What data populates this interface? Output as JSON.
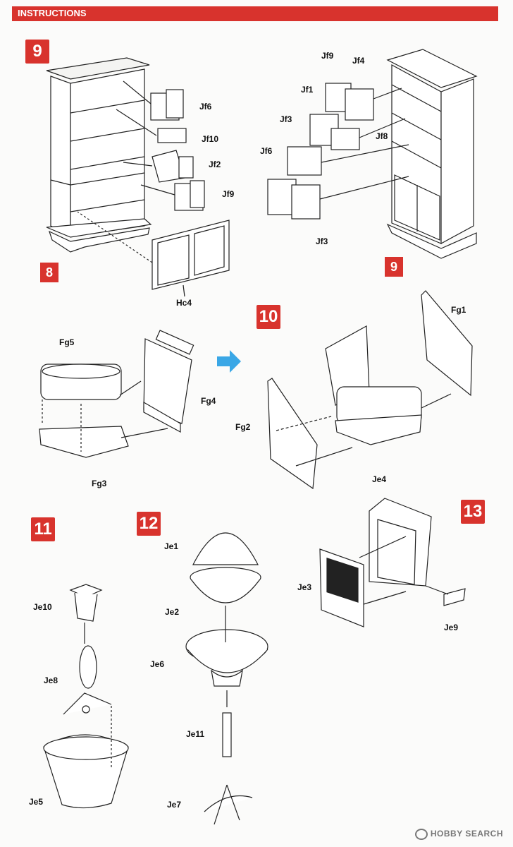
{
  "header": {
    "title": "INSTRUCTIONS"
  },
  "steps": {
    "s9": "9",
    "s10": "10",
    "s11": "11",
    "s12": "12",
    "s13": "13"
  },
  "tags": {
    "t8": "8",
    "t9": "9"
  },
  "labels": {
    "jf6_a": "Jf6",
    "jf10": "Jf10",
    "jf2": "Jf2",
    "jf9_a": "Jf9",
    "hc4": "Hc4",
    "jf9_b": "Jf9",
    "jf4": "Jf4",
    "jf1": "Jf1",
    "jf3_a": "Jf3",
    "jf8": "Jf8",
    "jf6_b": "Jf6",
    "jf3_b": "Jf3",
    "fg5": "Fg5",
    "fg4": "Fg4",
    "fg3": "Fg3",
    "fg1": "Fg1",
    "fg2": "Fg2",
    "je10": "Je10",
    "je8": "Je8",
    "je5": "Je5",
    "je1": "Je1",
    "je2": "Je2",
    "je6": "Je6",
    "je11": "Je11",
    "je7": "Je7",
    "je4": "Je4",
    "je3": "Je3",
    "je9": "Je9"
  },
  "watermark": "HOBBY SEARCH",
  "colors": {
    "accent": "#d8332d",
    "arrow": "#3aa7e6"
  }
}
